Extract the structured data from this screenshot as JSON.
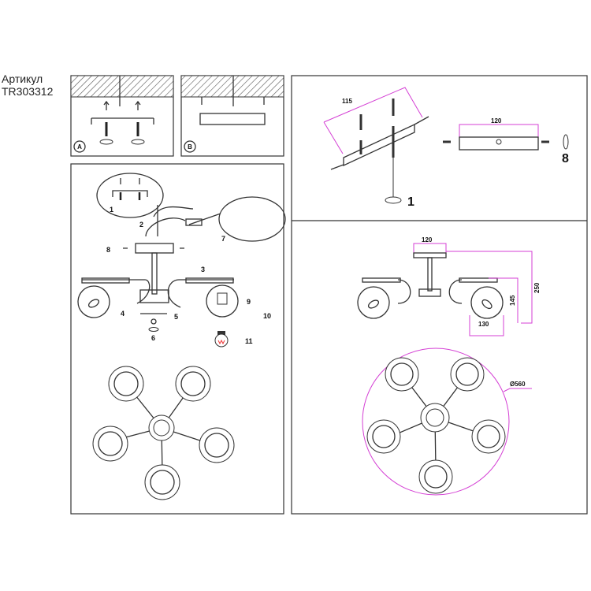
{
  "header": {
    "article_label": "Артикул",
    "article_code": "TR303312"
  },
  "step_a": {
    "label": "A"
  },
  "step_b": {
    "label": "B"
  },
  "assembly": {
    "callouts": [
      "1",
      "2",
      "3",
      "4",
      "5",
      "6",
      "7",
      "8",
      "9",
      "10",
      "11"
    ]
  },
  "bracket": {
    "dim_diagonal": "115",
    "dim_plate": "120",
    "step_1": "1",
    "step_8": "8"
  },
  "dimensions": {
    "base_width": "120",
    "height_total": "250",
    "height_shade": "145",
    "shade_width": "130",
    "diameter": "Ø560"
  },
  "colors": {
    "dimension_line": "#d43fd4",
    "line": "#333333"
  }
}
